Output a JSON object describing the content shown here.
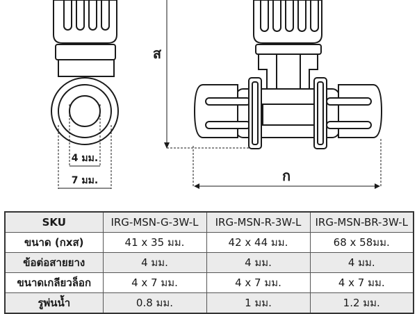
{
  "drawing": {
    "height_label": "ส",
    "width_label": "ก",
    "hose_connector_label": "4 มม.",
    "lock_thread_label": "7 มม."
  },
  "table": {
    "header": [
      "SKU",
      "IRG-MSN-G-3W-L",
      "IRG-MSN-R-3W-L",
      "IRG-MSN-BR-3W-L"
    ],
    "rows": [
      {
        "label": "ขนาด (กxส)",
        "values": [
          "41 x 35 มม.",
          "42 x 44 มม.",
          "68 x 58มม."
        ]
      },
      {
        "label": "ข้อต่อสายยาง",
        "values": [
          "4 มม.",
          "4 มม.",
          "4 มม."
        ]
      },
      {
        "label": "ขนาดเกลียวล็อก",
        "values": [
          "4 x 7 มม.",
          "4 x 7 มม.",
          "4 x 7 มม."
        ]
      },
      {
        "label": "รูพ่นน้ำ",
        "values": [
          "0.8 มม.",
          "1 มม.",
          "1.2 มม."
        ]
      }
    ]
  }
}
